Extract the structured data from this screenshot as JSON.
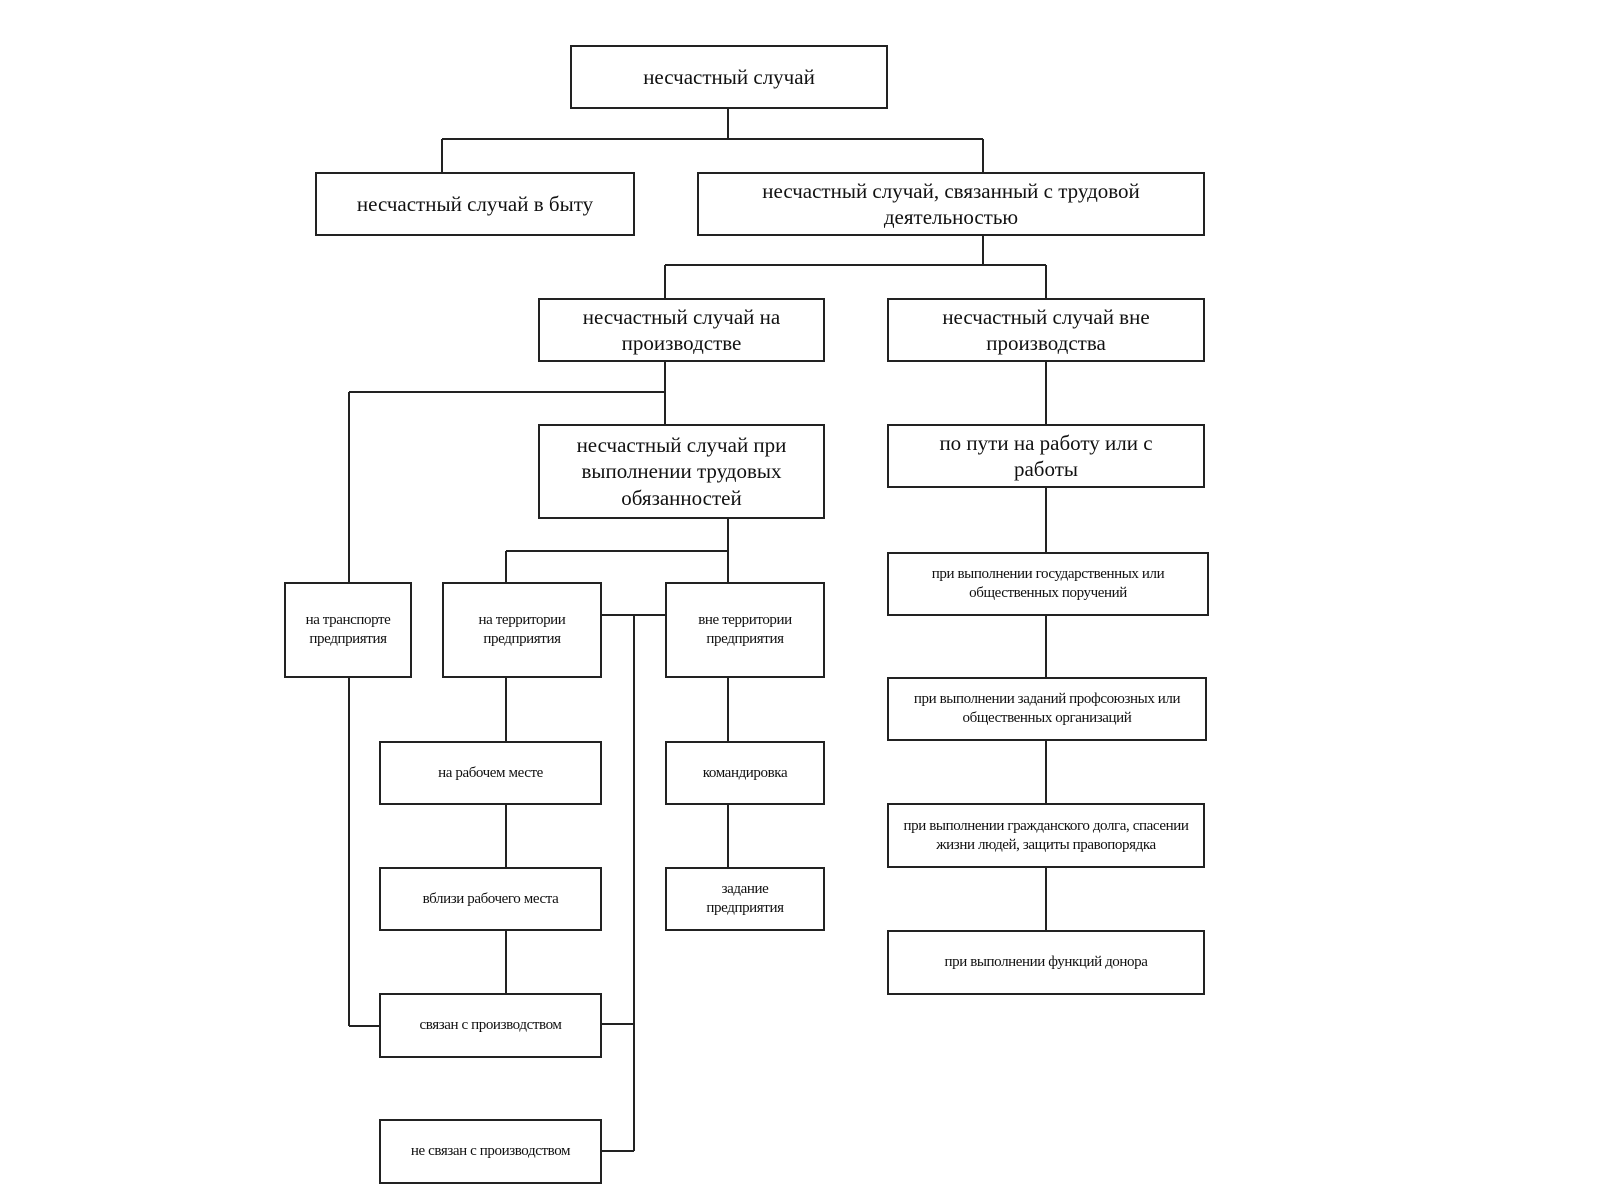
{
  "nodes": {
    "root": "несчастный случай",
    "home": "несчастный случай в быту",
    "work_related": "несчастный случай, связанный с трудовой деятельностью",
    "at_production": "несчастный случай на производстве",
    "outside_production": "несчастный случай вне производства",
    "duties": "несчастный случай при выполнении трудовых обязанностей",
    "commute": "по пути на работу или с работы",
    "transport": "на транспорте предприятия",
    "territory": "на территории предприятия",
    "outside_territory": "вне территории предприятия",
    "state_tasks": "при выполнении государственных или общественных поручений",
    "union_tasks": "при выполнении заданий профсоюзных или общественных организаций",
    "workplace": "на рабочем месте",
    "business_trip": "командировка",
    "civic_duty": "при выполнении гражданского долга, спасении жизни людей, защиты правопорядка",
    "near_workplace": "вблизи рабочего места",
    "company_task": "задание предприятия",
    "donor": "при выполнении функций донора",
    "production_related": "связан с производством",
    "not_production_related": "не связан с производством"
  }
}
